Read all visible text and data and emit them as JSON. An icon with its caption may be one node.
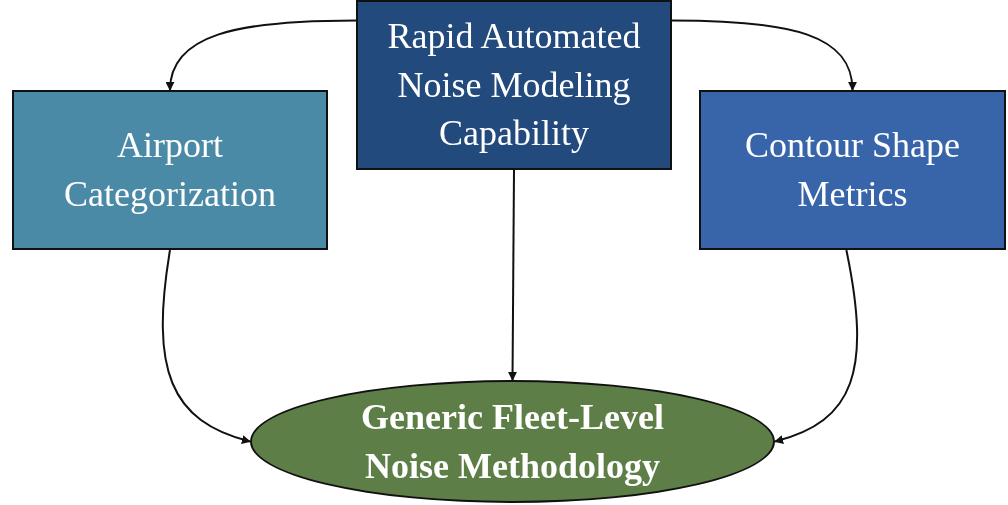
{
  "diagram": {
    "nodes": [
      {
        "text": [
          "Rapid Automated Noise Modeling Capability"
        ]
      },
      {
        "text": [
          "Airport Categorization"
        ]
      },
      {
        "text": [
          "Contour Shape Metrics"
        ]
      },
      {
        "text": [
          "Generic Fleet-Level Noise Methodology"
        ]
      }
    ],
    "edges": [
      {
        "from": 0,
        "to": 1,
        "arrow": "to"
      },
      {
        "from": 0,
        "to": 2,
        "arrow": "to"
      },
      {
        "from": 0,
        "to": 3,
        "arrow": "to"
      },
      {
        "from": 1,
        "to": 3,
        "arrow": "to"
      },
      {
        "from": 2,
        "to": 3,
        "arrow": "to"
      }
    ]
  }
}
